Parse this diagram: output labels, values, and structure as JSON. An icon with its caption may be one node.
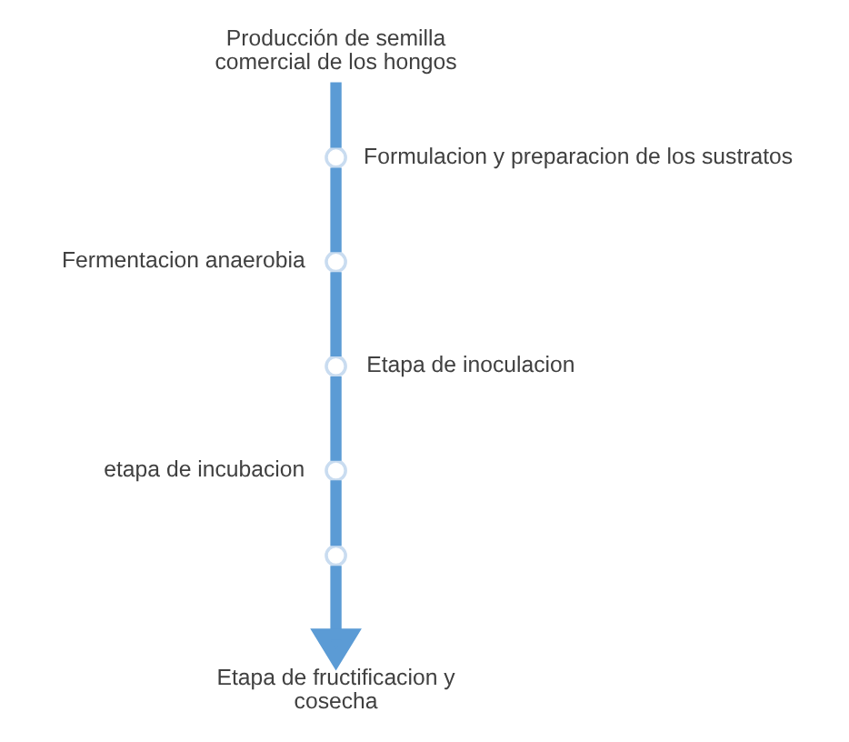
{
  "diagram": {
    "nodes": [
      {
        "text": [
          "Producción de semilla comercial de los hongos"
        ]
      },
      {
        "text": [],
        "shape": "circle",
        "beside": [
          "Formulacion y preparacion de los sustratos"
        ]
      },
      {
        "text": [],
        "shape": "circle",
        "beside": [
          "Fermentacion anaerobia"
        ]
      },
      {
        "text": [],
        "shape": "circle",
        "beside": [
          "Etapa de inoculacion"
        ]
      },
      {
        "text": [],
        "shape": "circle",
        "beside": [
          "etapa de incubacion"
        ]
      },
      {
        "text": [],
        "shape": "circle"
      },
      {
        "text": [
          "Etapa de fructificacion y cosecha"
        ]
      }
    ],
    "edges": [
      {
        "from": 0,
        "to": 1,
        "arrow": "none"
      },
      {
        "from": 1,
        "to": 2,
        "arrow": "none"
      },
      {
        "from": 2,
        "to": 3,
        "arrow": "none"
      },
      {
        "from": 3,
        "to": 4,
        "arrow": "none"
      },
      {
        "from": 4,
        "to": 5,
        "arrow": "none"
      },
      {
        "from": 5,
        "to": 6,
        "arrow": "to"
      }
    ]
  }
}
